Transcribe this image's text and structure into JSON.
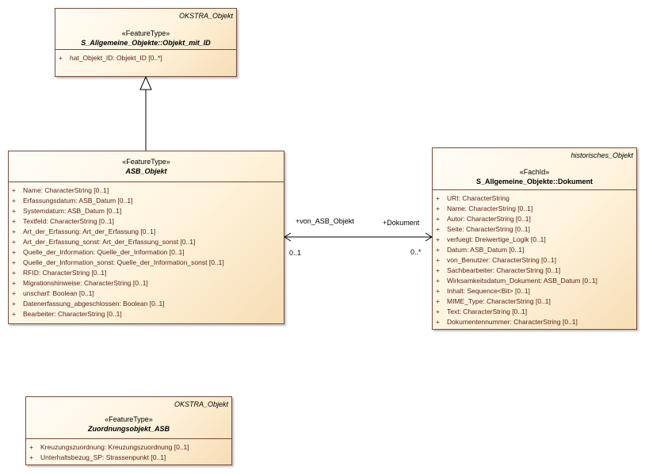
{
  "classes": {
    "objekt_mit_id": {
      "package": "OKSTRA_Objekt",
      "stereotype": "«FeatureType»",
      "name": "S_Allgemeine_Objekte::Objekt_mit_ID",
      "attributes": [
        {
          "vis": "+",
          "text": "hat_Objekt_ID: Objekt_ID [0..*]"
        }
      ]
    },
    "asb_objekt": {
      "package": "",
      "stereotype": "«FeatureType»",
      "name": "ASB_Objekt",
      "attributes": [
        {
          "vis": "+",
          "text": "Name: CharacterString [0..1]"
        },
        {
          "vis": "+",
          "text": "Erfassungsdatum: ASB_Datum [0..1]"
        },
        {
          "vis": "+",
          "text": "Systemdatum: ASB_Datum [0..1]"
        },
        {
          "vis": "+",
          "text": "Textfeld: CharacterString [0..1]"
        },
        {
          "vis": "+",
          "text": "Art_der_Erfassung: Art_der_Erfassung [0..1]"
        },
        {
          "vis": "+",
          "text": "Art_der_Erfassung_sonst: Art_der_Erfassung_sonst [0..1]"
        },
        {
          "vis": "+",
          "text": "Quelle_der_Information: Quelle_der_Information [0..1]"
        },
        {
          "vis": "+",
          "text": "Quelle_der_Information_sonst: Quelle_der_Information_sonst [0..1]"
        },
        {
          "vis": "+",
          "text": "RFID: CharacterString [0..1]"
        },
        {
          "vis": "+",
          "text": "Migrationshinweise: CharacterString [0..1]"
        },
        {
          "vis": "+",
          "text": "unscharf: Boolean [0..1]"
        },
        {
          "vis": "+",
          "text": "Datenerfassung_abgeschlossen: Boolean [0..1]"
        },
        {
          "vis": "+",
          "text": "Bearbeiter: CharacterString [0..1]"
        }
      ]
    },
    "dokument": {
      "package": "historisches_Objekt",
      "stereotype": "«FachId»",
      "name": "S_Allgemeine_Objekte::Dokument",
      "attributes": [
        {
          "vis": "+",
          "text": "URI: CharacterString"
        },
        {
          "vis": "+",
          "text": "Name: CharacterString [0..1]"
        },
        {
          "vis": "+",
          "text": "Autor: CharacterString [0..1]"
        },
        {
          "vis": "+",
          "text": "Seite: CharacterString [0..1]"
        },
        {
          "vis": "+",
          "text": "verfuegt: Dreiwertige_Logik [0..1]"
        },
        {
          "vis": "+",
          "text": "Datum: ASB_Datum [0..1]"
        },
        {
          "vis": "+",
          "text": "von_Benutzer: CharacterString [0..1]"
        },
        {
          "vis": "+",
          "text": "Sachbearbeiter: CharacterString [0..1]"
        },
        {
          "vis": "+",
          "text": "Wirksamkeitsdatum_Dokument: ASB_Datum [0..1]"
        },
        {
          "vis": "+",
          "text": "Inhalt: Sequence<Bit> [0..1]"
        },
        {
          "vis": "+",
          "text": "MIME_Type: CharacterString [0..1]"
        },
        {
          "vis": "+",
          "text": "Text: CharacterString [0..1]"
        },
        {
          "vis": "+",
          "text": "Dokumentennummer: CharacterString [0..1]"
        }
      ]
    },
    "zuordnungsobjekt": {
      "package": "OKSTRA_Objekt",
      "stereotype": "«FeatureType»",
      "name": "Zuordnungsobjekt_ASB",
      "attributes": [
        {
          "vis": "+",
          "text": "Kreuzungszuordnung: Kreuzungszuordnung [0..1]"
        },
        {
          "vis": "+",
          "text": "Unterhaltsbezug_SP: Strassenpunkt [0..1]"
        }
      ]
    }
  },
  "association": {
    "source_role": "+von_ASB_Objekt",
    "target_role": "+Dokument",
    "source_multiplicity": "0..1",
    "target_multiplicity": "0..*"
  },
  "colors": {
    "border": "#7a4a3a",
    "attribute_text": "#5a1e12",
    "fill_light": "#fffdf8",
    "fill_dark": "#f6ddb4"
  }
}
